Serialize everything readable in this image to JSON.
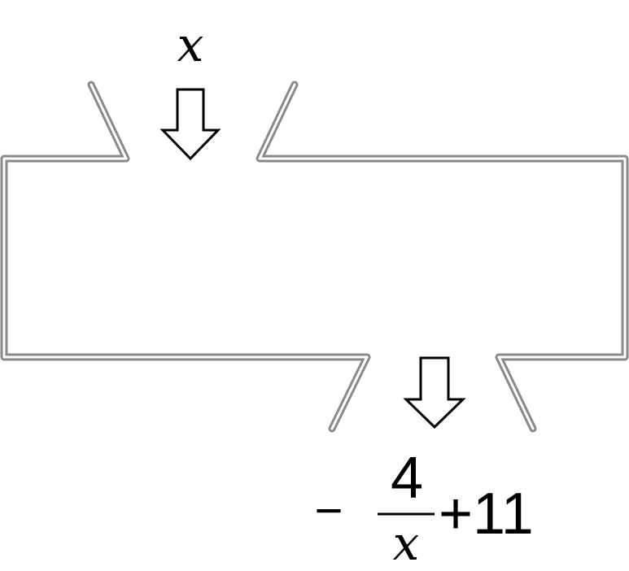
{
  "input": {
    "variable": "x"
  },
  "output": {
    "sign": "−",
    "numerator": "4",
    "denominator": "x",
    "tail": "+11"
  },
  "colors": {
    "machine_outline": "#8a8a8a",
    "machine_inner": "#ffffff",
    "arrow_stroke": "#000000",
    "text": "#000000"
  }
}
